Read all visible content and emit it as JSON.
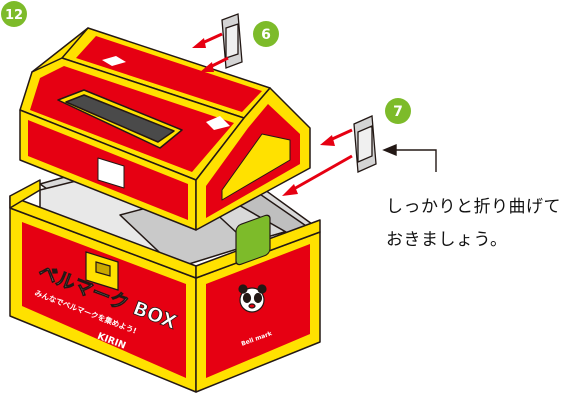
{
  "steps": {
    "lid_step": "12",
    "small_tab_step": "6",
    "side_tab_step": "7"
  },
  "instruction": {
    "line1": "しっかりと折り曲げて",
    "line2": "おきましょう。"
  },
  "box_print": {
    "front_title": "ベルマーク BOX",
    "front_subtitle": "みんなでベルマークを集めよう!",
    "brand": "KIRIN",
    "mascot_text": "Bell mark"
  },
  "colors": {
    "box_red": "#E60012",
    "box_yellow": "#FFE100",
    "accent_green": "#7DBB2A",
    "arrow_red": "#E60012",
    "outline": "#231815"
  }
}
